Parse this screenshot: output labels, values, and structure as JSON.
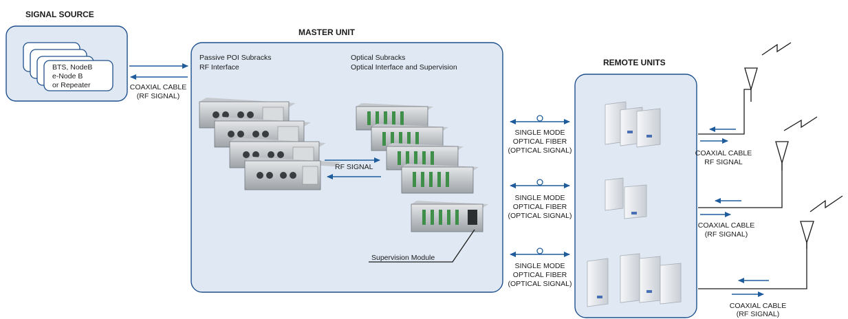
{
  "signal_source": {
    "title": "SIGNAL SOURCE",
    "card_lines": [
      "BTS, NodeB",
      "e-Node B",
      "or Repeater"
    ]
  },
  "master_unit": {
    "title": "MASTER UNIT",
    "poi_title": "Passive POI Subracks",
    "poi_sub": "RF Interface",
    "optical_title": "Optical Subracks",
    "optical_sub": "Optical Interface and Supervision",
    "rf_signal": "RF SIGNAL",
    "supervision": "Supervision Module"
  },
  "coax_source": [
    "COAXIAL CABLE",
    "(RF SIGNAL)"
  ],
  "fiber_links": [
    [
      "SINGLE MODE",
      "OPTICAL FIBER",
      "(OPTICAL SIGNAL)"
    ],
    [
      "SINGLE MODE",
      "OPTICAL FIBER",
      "(OPTICAL SIGNAL)"
    ],
    [
      "SINGLE MODE",
      "OPTICAL FIBER",
      "(OPTICAL SIGNAL)"
    ]
  ],
  "remote_units": {
    "title": "REMOTE UNITS"
  },
  "antenna_links": [
    [
      "COAXIAL CABLE",
      "RF SIGNAL"
    ],
    [
      "COAXIAL CABLE",
      "(RF SIGNAL)"
    ],
    [
      "COAXIAL CABLE",
      "(RF SIGNAL)"
    ]
  ],
  "colors": {
    "box_fill": "#dfe8f3",
    "box_stroke": "#1d4f8c",
    "arrow": "#1e5c9c"
  }
}
